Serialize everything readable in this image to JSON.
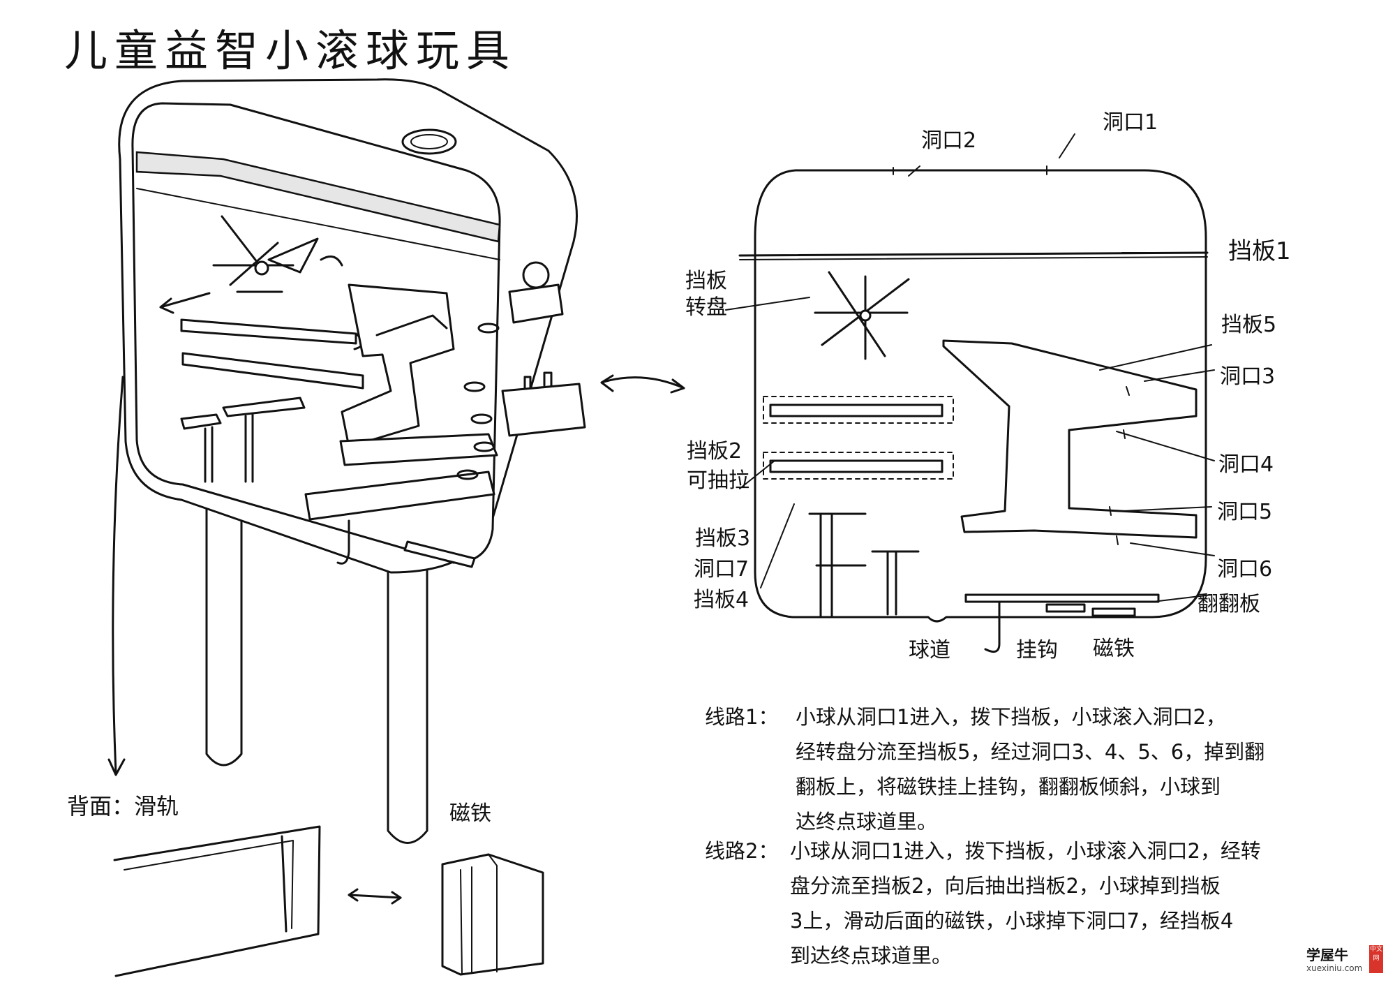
{
  "title": "儿童益智小滚球玩具",
  "labels": {
    "hole2": "洞口2",
    "hole1": "洞口1",
    "baffle1": "挡板1",
    "baffle_turntable": "挡板\n转盘",
    "baffle5": "挡板5",
    "hole3": "洞口3",
    "hole4": "洞口4",
    "hole5": "洞口5",
    "hole6": "洞口6",
    "baffle2": "挡板2\n可抽拉",
    "baffle3": "挡板3",
    "hole7": "洞口7",
    "baffle4": "挡板4",
    "flip_board": "翻翻板",
    "ball_track": "球道",
    "hook": "挂钩",
    "magnet": "磁铁",
    "back_slide": "背面：滑轨",
    "magnet_detail": "磁铁"
  },
  "routes": [
    {
      "label": "线路1：",
      "lines": [
        "小球从洞口1进入，拨下挡板，小球滚入洞口2，",
        "经转盘分流至挡板5，经过洞口3、4、5、6，掉到翻",
        "翻板上，将磁铁挂上挂钩，翻翻板倾斜，小球到",
        "达终点球道里。"
      ]
    },
    {
      "label": "线路2：",
      "lines": [
        "小球从洞口1进入，拨下挡板，小球滚入洞口2，经转",
        "盘分流至挡板2，向后抽出挡板2，小球掉到挡板",
        "3上，滑动后面的磁铁，小球掉下洞口7，经挡板4",
        "到达终点球道里。"
      ]
    }
  ],
  "watermark": {
    "cn": "学屋牛",
    "en": "xuexiniu.com",
    "badge": "中文网"
  }
}
